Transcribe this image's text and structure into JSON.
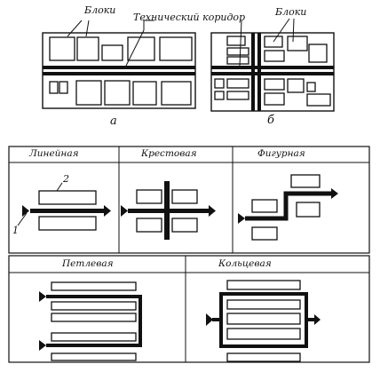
{
  "labels": {
    "blocks_left": "Блоки",
    "corridor": "Технический коридор",
    "blocks_right": "Блоки",
    "caption_a": "а",
    "caption_b": "б"
  },
  "schemes": {
    "linear": "Линейная",
    "cross": "Крестовая",
    "figured": "Фигурная",
    "loop": "Петлевая",
    "ring": "Кольцевая"
  },
  "callouts": {
    "num_1": "1",
    "num_2": "2"
  },
  "colors": {
    "ink": "#111111",
    "paper": "#ffffff"
  }
}
